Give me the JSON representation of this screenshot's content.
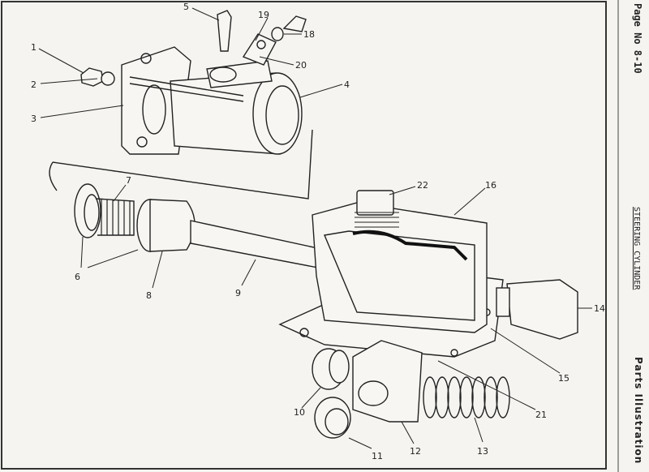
{
  "sheet": {
    "page_number": "Page No 8-10",
    "title": "STEERING CYLINDER",
    "section": "Parts Illustration"
  },
  "callouts": [
    "1",
    "2",
    "3",
    "4",
    "5",
    "6",
    "7",
    "8",
    "9",
    "10",
    "11",
    "12",
    "13",
    "14",
    "15",
    "16",
    "18",
    "19",
    "20",
    "21",
    "22"
  ]
}
